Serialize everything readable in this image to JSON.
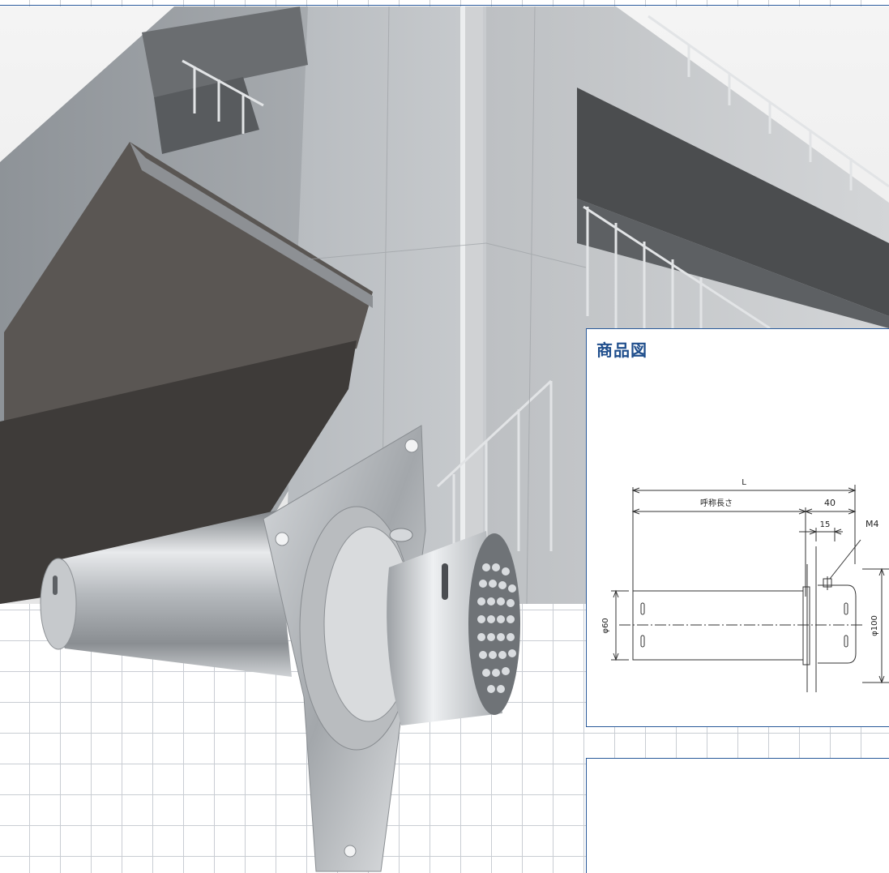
{
  "panel": {
    "title": "商品図"
  },
  "dimensions": {
    "overall_length": "L",
    "nominal_length": "呼称長さ",
    "offset_40": "40",
    "offset_15": "15",
    "screw": "M4",
    "diameter_pipe": "φ60",
    "diameter_flange": "φ100"
  },
  "colors": {
    "title_blue": "#1f4e8c",
    "frame_blue": "#2a5a9a",
    "grid": "#c9cdd3"
  }
}
